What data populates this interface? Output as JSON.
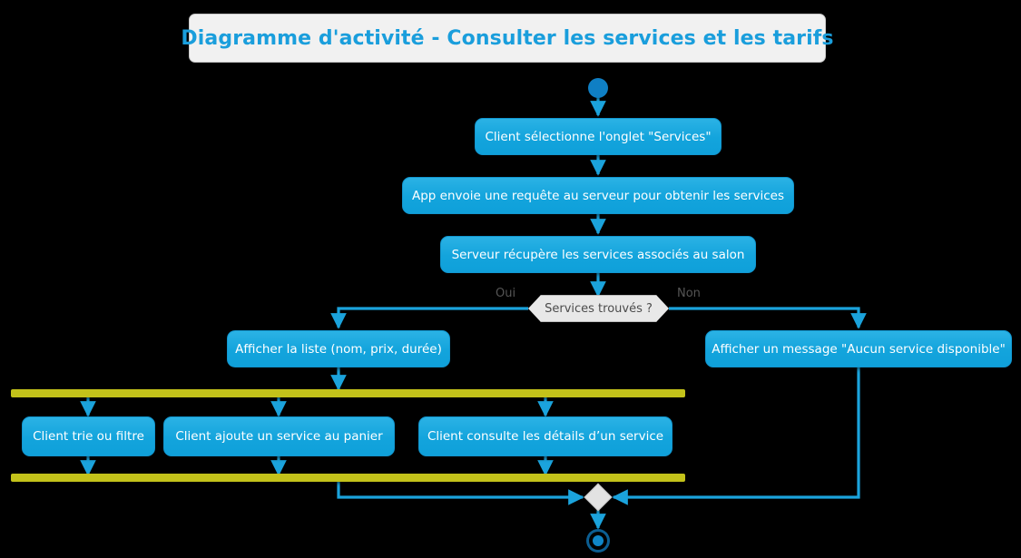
{
  "diagram": {
    "title": "Diagramme d'activité - Consulter les services et les tarifs",
    "accent_color": "#1A9EDC",
    "node_fill_color": "#13A4DC",
    "fork_bar_color": "#C3C21A",
    "decision_fill_color": "#E8E8E8",
    "background_color": "#000000"
  },
  "nodes": {
    "start": "start-node",
    "step1": "Client sélectionne l'onglet \"Services\"",
    "step2": "App envoie une requête au serveur pour obtenir les services",
    "step3": "Serveur récupère les services associés au salon",
    "decision": "Services trouvés ?",
    "branch_yes": "Oui",
    "branch_no": "Non",
    "yes_action": "Afficher la liste (nom, prix, durée)",
    "no_action": "Afficher un message \"Aucun service disponible\"",
    "parallel": [
      "Client trie ou filtre",
      "Client ajoute un service au panier",
      "Client consulte les détails d’un service"
    ],
    "fork_label": "fork-bar",
    "join_label": "join-bar",
    "merge": "merge-diamond",
    "end": "end-node"
  }
}
